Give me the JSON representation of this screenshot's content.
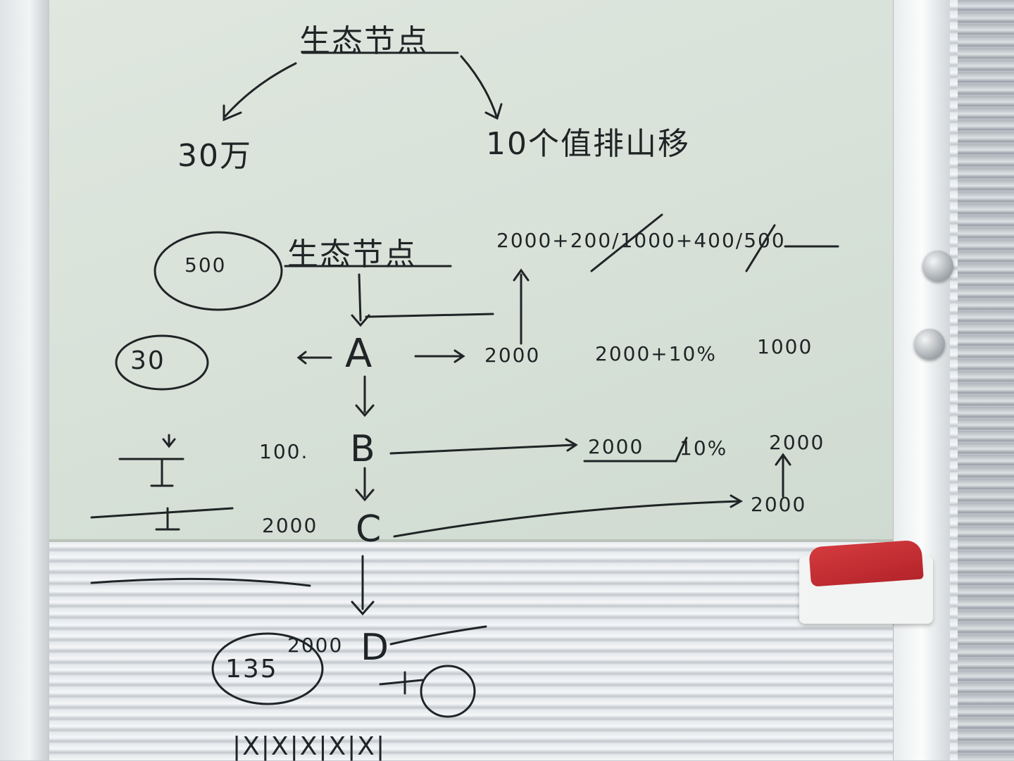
{
  "scene": "whiteboard-photo",
  "colors": {
    "ink": "#1f2426",
    "board": "#d8e2d9",
    "eraser": "#c22d33"
  },
  "texts": {
    "top_title": "生态节点",
    "left_branch": "30万",
    "right_branch": "10个值排山移",
    "mid_title": "生态节点",
    "circle_500": "500",
    "row1_tail": "2000+200/1000+400/500",
    "circle_30": "30",
    "node_a": "A",
    "a_val1": "2000",
    "a_val2": "2000+10%",
    "a_val3": "1000",
    "node_b": "B",
    "b_left": "100.",
    "b_val1": "2000",
    "b_pct": "10%",
    "b_val2": "2000",
    "node_c": "C",
    "c_left": "2000",
    "c_val": "2000",
    "node_d": "D",
    "d_left": "2000",
    "circle_135": "135",
    "tick_marks": "|X|X|X|X|X|"
  }
}
